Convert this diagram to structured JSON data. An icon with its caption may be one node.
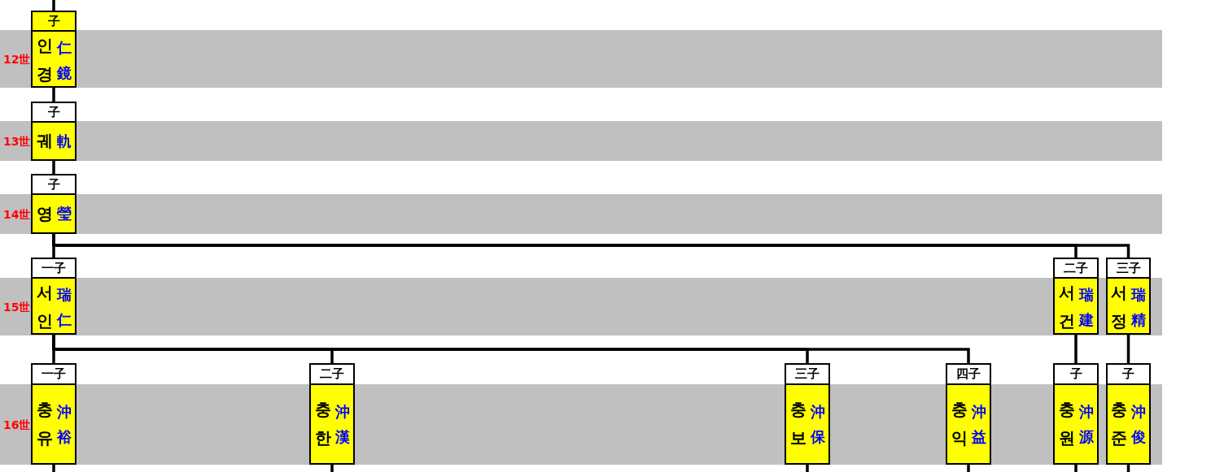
{
  "diagram": {
    "nodes": [
      {
        "text": [
          "子",
          "인경",
          "仁鏡"
        ]
      },
      {
        "text": [
          "子",
          "궤",
          "軌"
        ]
      },
      {
        "text": [
          "子",
          "영",
          "瑩"
        ]
      },
      {
        "text": [
          "一子",
          "서인",
          "瑞仁"
        ]
      },
      {
        "text": [
          "二子",
          "서건",
          "瑞建"
        ]
      },
      {
        "text": [
          "三子",
          "서정",
          "瑞精"
        ]
      },
      {
        "text": [
          "一子",
          "충유",
          "沖裕"
        ]
      },
      {
        "text": [
          "二子",
          "충한",
          "沖漢"
        ]
      },
      {
        "text": [
          "三子",
          "충보",
          "沖保"
        ]
      },
      {
        "text": [
          "四子",
          "충익",
          "沖益"
        ]
      },
      {
        "text": [
          "子",
          "충원",
          "沖源"
        ]
      },
      {
        "text": [
          "子",
          "충준",
          "沖俊"
        ]
      }
    ],
    "edges": [
      {
        "from": null,
        "to": 0,
        "arrow": "none"
      },
      {
        "from": 0,
        "to": 1,
        "arrow": "none"
      },
      {
        "from": 1,
        "to": 2,
        "arrow": "none"
      },
      {
        "from": 2,
        "to": 3,
        "arrow": "none"
      },
      {
        "from": 2,
        "to": 4,
        "arrow": "none"
      },
      {
        "from": 2,
        "to": 5,
        "arrow": "none"
      },
      {
        "from": 3,
        "to": 6,
        "arrow": "none"
      },
      {
        "from": 3,
        "to": 7,
        "arrow": "none"
      },
      {
        "from": 3,
        "to": 8,
        "arrow": "none"
      },
      {
        "from": 3,
        "to": 9,
        "arrow": "none"
      },
      {
        "from": 4,
        "to": 10,
        "arrow": "none"
      },
      {
        "from": 5,
        "to": 11,
        "arrow": "none"
      },
      {
        "from": 6,
        "to": null,
        "arrow": "none"
      },
      {
        "from": 7,
        "to": null,
        "arrow": "none"
      },
      {
        "from": 8,
        "to": null,
        "arrow": "none"
      },
      {
        "from": 9,
        "to": null,
        "arrow": "none"
      },
      {
        "from": 10,
        "to": null,
        "arrow": "none"
      },
      {
        "from": 11,
        "to": null,
        "arrow": "none"
      }
    ],
    "labels": [
      "12世",
      "13世",
      "14世",
      "15世",
      "16世"
    ]
  }
}
